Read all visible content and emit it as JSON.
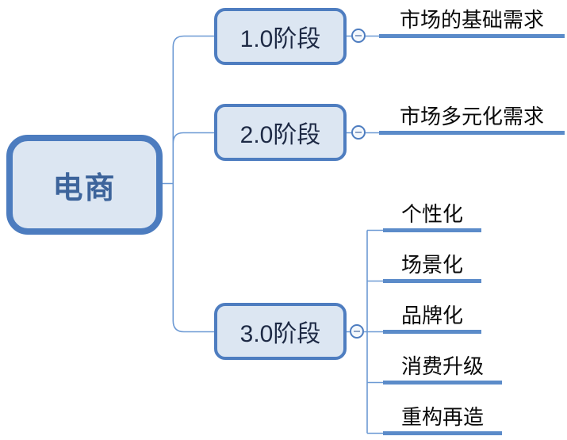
{
  "diagram": {
    "type": "mindmap",
    "direction": "right"
  },
  "colors": {
    "node_border": "#4E7DC0",
    "node_fill": "#DCE6F2",
    "root_text": "#3D649B",
    "stage_text": "#1E2A45",
    "leaf_text": "#0A0A0A",
    "connector_line": "#6D9AD4",
    "leaf_underline": "#5B8BC9",
    "toggle_fill": "#F4F8FC",
    "toggle_minus": "#8CA3C6"
  },
  "icons": {
    "collapse_toggle": "minus-icon"
  },
  "root": {
    "label": "电商"
  },
  "branches": [
    {
      "label": "1.0阶段",
      "toggle": "minus",
      "children": [
        {
          "label": "市场的基础需求"
        }
      ]
    },
    {
      "label": "2.0阶段",
      "toggle": "minus",
      "children": [
        {
          "label": "市场多元化需求"
        }
      ]
    },
    {
      "label": "3.0阶段",
      "toggle": "minus",
      "children": [
        {
          "label": "个性化"
        },
        {
          "label": "场景化"
        },
        {
          "label": "品牌化"
        },
        {
          "label": "消费升级"
        },
        {
          "label": "重构再造"
        }
      ]
    }
  ]
}
